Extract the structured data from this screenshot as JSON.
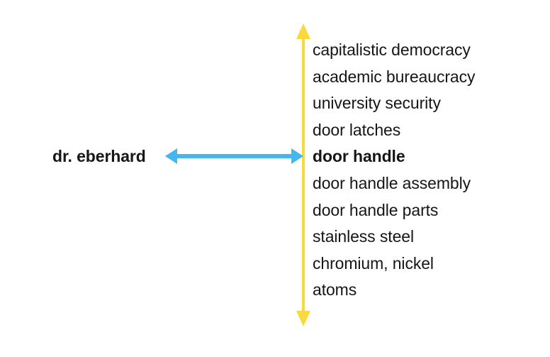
{
  "diagram": {
    "title": "scale hierarchy with observer arrow",
    "background_color": "#ffffff",
    "axis": {
      "name": "scale-axis",
      "color": "#FAD93C",
      "orientation": "vertical",
      "head_top": "arrow-up",
      "head_bottom": "arrow-down"
    },
    "connector": {
      "name": "observer-connector",
      "color": "#45B6F0",
      "orientation": "horizontal",
      "head_left": "arrow-left",
      "head_right": "arrow-right",
      "double_headed": true
    },
    "actor": {
      "label": "dr. eberhard",
      "emphasis": "bold",
      "color": "#161616"
    },
    "levels": [
      {
        "label": "capitalistic democracy",
        "focus": false
      },
      {
        "label": "academic bureaucracy",
        "focus": false
      },
      {
        "label": "university security",
        "focus": false
      },
      {
        "label": "door latches",
        "focus": false
      },
      {
        "label": "door handle",
        "focus": true
      },
      {
        "label": "door handle assembly",
        "focus": false
      },
      {
        "label": "door handle parts",
        "focus": false
      },
      {
        "label": "stainless steel",
        "focus": false
      },
      {
        "label": "chromium, nickel",
        "focus": false
      },
      {
        "label": "atoms",
        "focus": false
      }
    ]
  }
}
